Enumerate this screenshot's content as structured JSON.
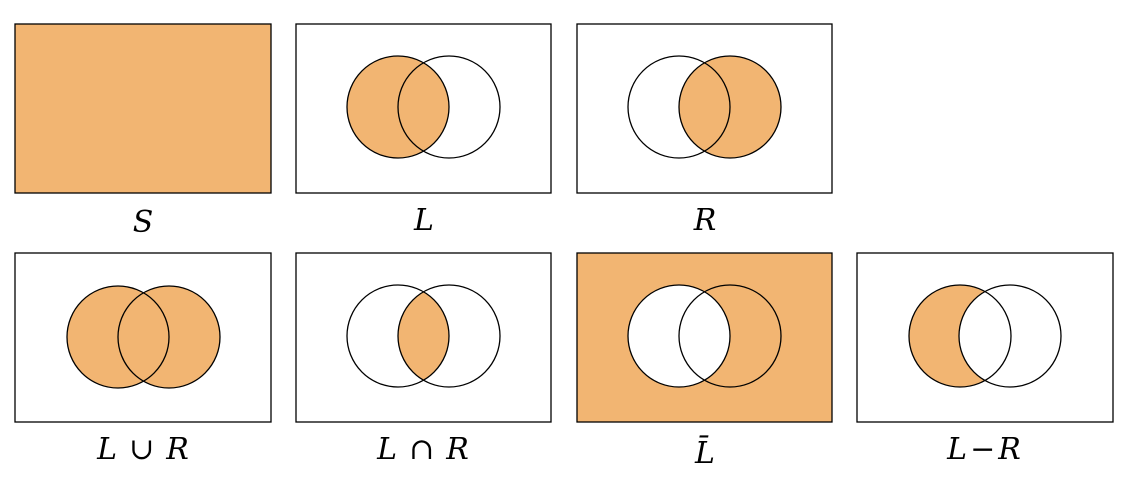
{
  "colors": {
    "fill": "#f2b572",
    "stroke": "#000000",
    "background": "#ffffff"
  },
  "panels": [
    {
      "id": "S",
      "shaded": "universe",
      "caption": {
        "left": "S",
        "op": "",
        "right": ""
      }
    },
    {
      "id": "L",
      "shaded": "left",
      "caption": {
        "left": "L",
        "op": "",
        "right": ""
      }
    },
    {
      "id": "R",
      "shaded": "right",
      "caption": {
        "left": "R",
        "op": "",
        "right": ""
      }
    },
    {
      "id": "L-union-R",
      "shaded": "union",
      "caption": {
        "left": "L",
        "op": "∪",
        "right": "R"
      }
    },
    {
      "id": "L-intersect-R",
      "shaded": "intersection",
      "caption": {
        "left": "L",
        "op": "∩",
        "right": "R"
      }
    },
    {
      "id": "L-bar",
      "shaded": "complement-left",
      "caption": {
        "left": "L̄",
        "op": "",
        "right": ""
      }
    },
    {
      "id": "L-minus-R",
      "shaded": "difference",
      "caption": {
        "left": "L",
        "op": "−",
        "right": "R"
      }
    }
  ]
}
